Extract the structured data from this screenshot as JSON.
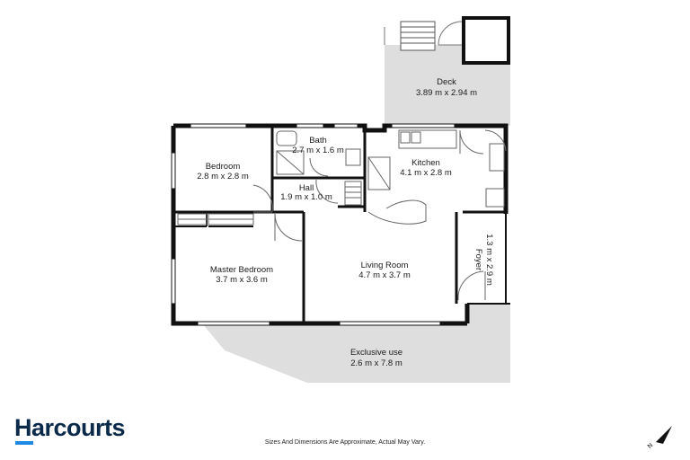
{
  "rooms": {
    "deck": {
      "name": "Deck",
      "dims": "3.89 m x 2.94 m"
    },
    "bath": {
      "name": "Bath",
      "dims": "2.7 m x 1.6 m"
    },
    "bedroom": {
      "name": "Bedroom",
      "dims": "2.8 m x 2.8 m"
    },
    "kitchen": {
      "name": "Kitchen",
      "dims": "4.1 m x 2.8 m"
    },
    "hall": {
      "name": "Hall",
      "dims": "1.9 m x 1.0 m"
    },
    "foyer": {
      "name": "Foyer",
      "dims": "1.3 m x 2.9 m"
    },
    "master": {
      "name": "Master Bedroom",
      "dims": "3.7 m x 3.6 m"
    },
    "living": {
      "name": "Living Room",
      "dims": "4.7 m x 3.7 m"
    },
    "exclusive": {
      "name": "Exclusive use",
      "dims": "2.6 m x 7.8 m"
    }
  },
  "brand": {
    "name": "Harcourts"
  },
  "disclaimer": "Sizes And Dimensions Are Approximate, Actual May Vary.",
  "compass": {
    "label": "N"
  },
  "colors": {
    "outdoor": "#dedede",
    "wall": "#111111",
    "brand_text": "#0b2a4a",
    "brand_accent": "#1e88e5"
  }
}
